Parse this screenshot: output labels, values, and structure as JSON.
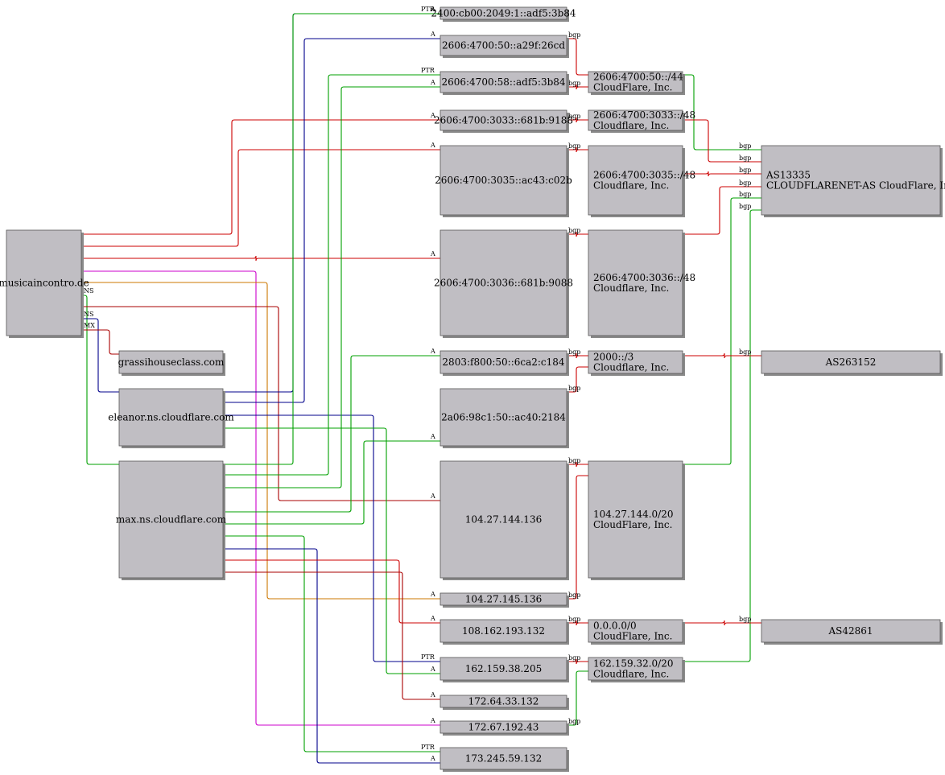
{
  "colors": {
    "node_fill": "#c0bec3",
    "node_stroke": "#555555",
    "shadow": "#8a8a8a",
    "A": "#cc0000",
    "NS": "#00a000",
    "PTR": "#00a000",
    "MX": "#aa0000",
    "bgp_red": "#cc0000",
    "bgp_green": "#00a000",
    "blue": "#00008b",
    "magenta": "#cc00cc",
    "orange": "#cc7700",
    "dkred": "#aa0000"
  },
  "nodes": [
    {
      "id": "musicaincontro",
      "lines": [
        "musicaincontro.de"
      ],
      "align": "middle"
    },
    {
      "id": "grassihouse",
      "lines": [
        "grassihouseclass.com"
      ],
      "align": "middle"
    },
    {
      "id": "eleanor",
      "lines": [
        "eleanor.ns.cloudflare.com"
      ],
      "align": "middle"
    },
    {
      "id": "max",
      "lines": [
        "max.ns.cloudflare.com"
      ],
      "align": "middle"
    },
    {
      "id": "ip1",
      "lines": [
        "2400:cb00:2049:1::adf5:3b84"
      ],
      "align": "middle"
    },
    {
      "id": "ip2",
      "lines": [
        "2606:4700:50::a29f:26cd"
      ],
      "align": "middle"
    },
    {
      "id": "ip3",
      "lines": [
        "2606:4700:58::adf5:3b84"
      ],
      "align": "middle"
    },
    {
      "id": "ip4",
      "lines": [
        "2606:4700:3033::681b:9188"
      ],
      "align": "middle"
    },
    {
      "id": "ip5",
      "lines": [
        "2606:4700:3035::ac43:c02b"
      ],
      "align": "middle"
    },
    {
      "id": "ip6",
      "lines": [
        "2606:4700:3036::681b:9088"
      ],
      "align": "middle"
    },
    {
      "id": "ip7",
      "lines": [
        "2803:f800:50::6ca2:c184"
      ],
      "align": "middle"
    },
    {
      "id": "ip8",
      "lines": [
        "2a06:98c1:50::ac40:2184"
      ],
      "align": "middle"
    },
    {
      "id": "ip9",
      "lines": [
        "104.27.144.136"
      ],
      "align": "middle"
    },
    {
      "id": "ip10",
      "lines": [
        "104.27.145.136"
      ],
      "align": "middle"
    },
    {
      "id": "ip11",
      "lines": [
        "108.162.193.132"
      ],
      "align": "middle"
    },
    {
      "id": "ip12",
      "lines": [
        "162.159.38.205"
      ],
      "align": "middle"
    },
    {
      "id": "ip13",
      "lines": [
        "172.64.33.132"
      ],
      "align": "middle"
    },
    {
      "id": "ip14",
      "lines": [
        "172.67.192.43"
      ],
      "align": "middle"
    },
    {
      "id": "ip15",
      "lines": [
        "173.245.59.132"
      ],
      "align": "middle"
    },
    {
      "id": "pfx1",
      "lines": [
        "2606:4700:50::/44",
        "CloudFlare, Inc."
      ],
      "align": "start"
    },
    {
      "id": "pfx2",
      "lines": [
        "2606:4700:3033::/48",
        "Cloudflare, Inc."
      ],
      "align": "start"
    },
    {
      "id": "pfx3",
      "lines": [
        "2606:4700:3035::/48",
        "Cloudflare, Inc."
      ],
      "align": "start"
    },
    {
      "id": "pfx4",
      "lines": [
        "2606:4700:3036::/48",
        "Cloudflare, Inc."
      ],
      "align": "start"
    },
    {
      "id": "pfx5",
      "lines": [
        "2000::/3",
        "Cloudflare, Inc."
      ],
      "align": "start"
    },
    {
      "id": "pfx6",
      "lines": [
        "104.27.144.0/20",
        "CloudFlare, Inc."
      ],
      "align": "start"
    },
    {
      "id": "pfx7",
      "lines": [
        "0.0.0.0/0",
        "CloudFlare, Inc."
      ],
      "align": "start"
    },
    {
      "id": "pfx8",
      "lines": [
        "162.159.32.0/20",
        "Cloudflare, Inc."
      ],
      "align": "start"
    },
    {
      "id": "as1",
      "lines": [
        "AS13335",
        "CLOUDFLARENET-AS CloudFlare, Inc."
      ],
      "align": "start"
    },
    {
      "id": "as2",
      "lines": [
        "AS263152"
      ],
      "align": "middle"
    },
    {
      "id": "as3",
      "lines": [
        "AS42861"
      ],
      "align": "middle"
    }
  ],
  "edges": [
    {
      "from": "musicaincontro",
      "to": "ip4",
      "label": "A",
      "color": "A"
    },
    {
      "from": "musicaincontro",
      "to": "ip5",
      "label": "A",
      "color": "A"
    },
    {
      "from": "musicaincontro",
      "to": "ip6",
      "label": "A",
      "color": "A"
    },
    {
      "from": "musicaincontro",
      "to": "ip14",
      "label": "A",
      "color": "magenta"
    },
    {
      "from": "musicaincontro",
      "to": "ip10",
      "label": "A",
      "color": "orange"
    },
    {
      "from": "musicaincontro",
      "to": "max",
      "label": "NS",
      "color": "NS"
    },
    {
      "from": "musicaincontro",
      "to": "ip9",
      "label": "A",
      "color": "dkred"
    },
    {
      "from": "musicaincontro",
      "to": "eleanor",
      "label": "NS",
      "color": "blue"
    },
    {
      "from": "musicaincontro",
      "to": "grassihouse",
      "label": "MX",
      "color": "MX"
    },
    {
      "from": "eleanor",
      "to": "ip2",
      "label": "PTR",
      "color": "blue"
    },
    {
      "from": "eleanor",
      "to": "ip2",
      "label": "A",
      "color": "blue"
    },
    {
      "from": "eleanor",
      "to": "ip12",
      "label": "PTR",
      "color": "blue"
    },
    {
      "from": "eleanor",
      "to": "ip12",
      "label": "A",
      "color": "PTR"
    },
    {
      "from": "max",
      "to": "ip1",
      "label": "A",
      "color": "NS"
    },
    {
      "from": "max",
      "to": "ip3",
      "label": "PTR",
      "color": "PTR"
    },
    {
      "from": "max",
      "to": "ip3",
      "label": "A",
      "color": "NS"
    },
    {
      "from": "max",
      "to": "ip7",
      "label": "A",
      "color": "NS"
    },
    {
      "from": "max",
      "to": "ip8",
      "label": "A",
      "color": "NS"
    },
    {
      "from": "max",
      "to": "ip15",
      "label": "PTR",
      "color": "PTR"
    },
    {
      "from": "max",
      "to": "ip15",
      "label": "A",
      "color": "blue"
    },
    {
      "from": "max",
      "to": "ip11",
      "label": "A",
      "color": "A"
    },
    {
      "from": "max",
      "to": "ip13",
      "label": "A",
      "color": "dkred"
    },
    {
      "from": "ip2",
      "to": "pfx1",
      "label": "bgp",
      "color": "bgp_red"
    },
    {
      "from": "ip3",
      "to": "pfx1",
      "label": "bgp",
      "color": "bgp_red"
    },
    {
      "from": "ip4",
      "to": "pfx2",
      "label": "bgp",
      "color": "bgp_red"
    },
    {
      "from": "ip5",
      "to": "pfx3",
      "label": "bgp",
      "color": "bgp_red"
    },
    {
      "from": "ip6",
      "to": "pfx4",
      "label": "bgp",
      "color": "bgp_red"
    },
    {
      "from": "ip7",
      "to": "pfx5",
      "label": "bgp",
      "color": "bgp_red"
    },
    {
      "from": "ip8",
      "to": "pfx5",
      "label": "bgp",
      "color": "bgp_red"
    },
    {
      "from": "ip9",
      "to": "pfx6",
      "label": "bgp",
      "color": "bgp_red"
    },
    {
      "from": "ip10",
      "to": "pfx6",
      "label": "bgp",
      "color": "bgp_red"
    },
    {
      "from": "ip11",
      "to": "pfx7",
      "label": "bgp",
      "color": "bgp_red"
    },
    {
      "from": "ip12",
      "to": "pfx8",
      "label": "bgp",
      "color": "bgp_red"
    },
    {
      "from": "ip14",
      "to": "pfx8",
      "label": "bgp",
      "color": "bgp_green"
    },
    {
      "from": "pfx1",
      "to": "as1",
      "label": "bgp",
      "color": "bgp_green"
    },
    {
      "from": "pfx2",
      "to": "as1",
      "label": "bgp",
      "color": "bgp_red"
    },
    {
      "from": "pfx3",
      "to": "as1",
      "label": "bgp",
      "color": "bgp_red"
    },
    {
      "from": "pfx4",
      "to": "as1",
      "label": "bgp",
      "color": "bgp_red"
    },
    {
      "from": "pfx6",
      "to": "as1",
      "label": "bgp",
      "color": "bgp_green"
    },
    {
      "from": "pfx8",
      "to": "as1",
      "label": "bgp",
      "color": "bgp_green"
    },
    {
      "from": "pfx5",
      "to": "as2",
      "label": "bgp",
      "color": "bgp_red"
    },
    {
      "from": "pfx7",
      "to": "as3",
      "label": "bgp",
      "color": "bgp_red"
    }
  ]
}
